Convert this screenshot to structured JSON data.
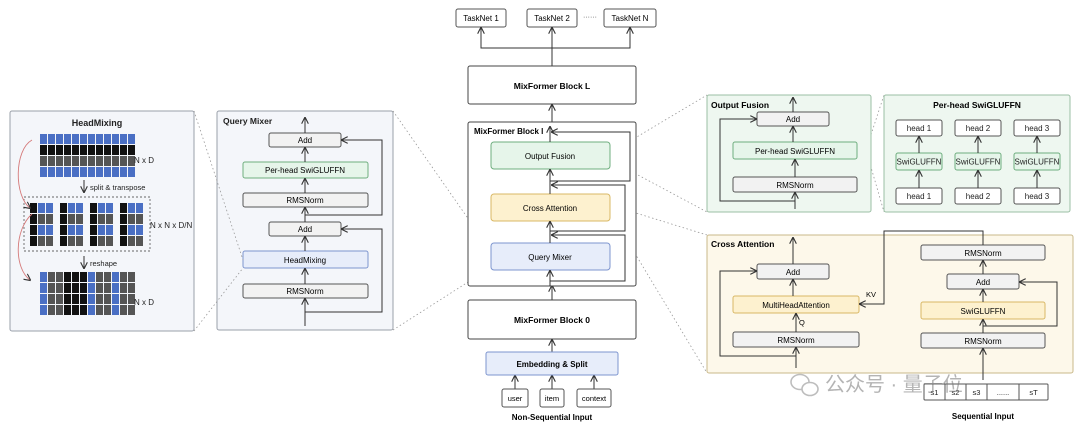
{
  "colors": {
    "green_fill": "#e6f5ea",
    "green_border": "#6fae7f",
    "yellow_fill": "#fdf1cf",
    "yellow_border": "#d9b866",
    "blue_fill": "#e7edfa",
    "blue_border": "#7d95cf",
    "gray_fill": "#f2f2f2",
    "box_border": "#555555",
    "cell_dark": "#555555",
    "cell_blue": "#4a6fc4",
    "cell_black": "#111111"
  },
  "headmixing": {
    "title": "HeadMixing",
    "dim1": "N x D",
    "step1": "split & transpose",
    "dim2": "N x N x D/N",
    "step2": "reshape",
    "dim3": "N x D"
  },
  "query_mixer": {
    "title": "Query Mixer",
    "add_top": "Add",
    "swiglu": "Per-head SwiGLUFFN",
    "rmsnorm_top": "RMSNorm",
    "add_bottom": "Add",
    "headmixing": "HeadMixing",
    "rmsnorm_bottom": "RMSNorm"
  },
  "center": {
    "tasknets": [
      "TaskNet 1",
      "TaskNet 2",
      "TaskNet N"
    ],
    "ellipsis": "······",
    "block_l": "MixFormer Block L",
    "block_i_title": "MixFormer Block l",
    "output_fusion": "Output Fusion",
    "cross_attention": "Cross Attention",
    "query_mixer": "Query Mixer",
    "block_0": "MixFormer Block 0",
    "embedding": "Embedding & Split",
    "inputs": [
      "user",
      "item",
      "context"
    ],
    "footer": "Non-Sequential Input"
  },
  "output_fusion": {
    "title": "Output Fusion",
    "add": "Add",
    "swiglu": "Per-head SwiGLUFFN",
    "rmsnorm": "RMSNorm"
  },
  "perhead": {
    "title": "Per-head SwiGLUFFN",
    "top_heads": [
      "head 1",
      "head 2",
      "head 3"
    ],
    "swiglu": [
      "SwiGLUFFN",
      "SwiGLUFFN",
      "SwiGLUFFN"
    ],
    "bottom_heads": [
      "head 1",
      "head 2",
      "head 3"
    ]
  },
  "cross_attention": {
    "title": "Cross Attention",
    "add_left": "Add",
    "mha": "MultiHeadAttention",
    "q_label": "Q",
    "kv_label": "KV",
    "rmsnorm_left": "RMSNorm",
    "rmsnorm_right_top": "RMSNorm",
    "add_right": "Add",
    "swiglu_right": "SwiGLUFFN",
    "rmsnorm_right_bottom": "RMSNorm"
  },
  "sequence": {
    "items": [
      "s1",
      "s2",
      "s3",
      "......",
      "sT"
    ],
    "footer": "Sequential Input"
  },
  "watermark": "公众号 · 量子位",
  "icons": [
    "wechat-logo-icon"
  ]
}
